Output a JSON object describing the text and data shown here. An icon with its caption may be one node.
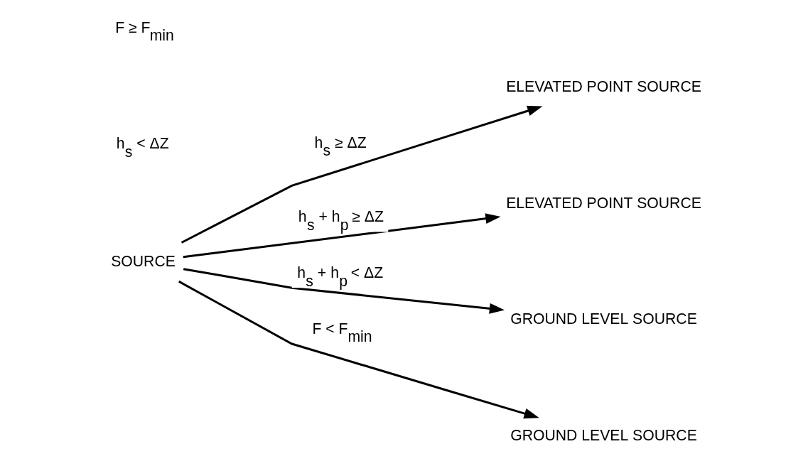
{
  "diagram": {
    "nodes": [
      {
        "text": [
          "SOURCE"
        ]
      },
      {
        "text": [
          "ELEVATED POINT SOURCE"
        ]
      },
      {
        "text": [
          "ELEVATED POINT SOURCE"
        ]
      },
      {
        "text": [
          "GROUND LEVEL SOURCE"
        ]
      },
      {
        "text": [
          "GROUND LEVEL SOURCE"
        ]
      }
    ],
    "edges": [
      {
        "from": 0,
        "to": 1,
        "arrow": "to",
        "label": "h$_{s}$ ≥ ΔZ"
      },
      {
        "from": 0,
        "to": 2,
        "arrow": "to",
        "label": "h$_{s}$ + h$_{p}$ ≥ ΔZ"
      },
      {
        "from": 0,
        "to": 3,
        "arrow": "to",
        "label": "h$_{s}$ + h$_{p}$ < ΔZ"
      },
      {
        "from": 0,
        "to": 4,
        "arrow": "to",
        "label": "F < F$_{min}$"
      }
    ],
    "labels": [
      "h$_{s}$ < ΔZ",
      "F ≥ F$_{min}$"
    ]
  }
}
